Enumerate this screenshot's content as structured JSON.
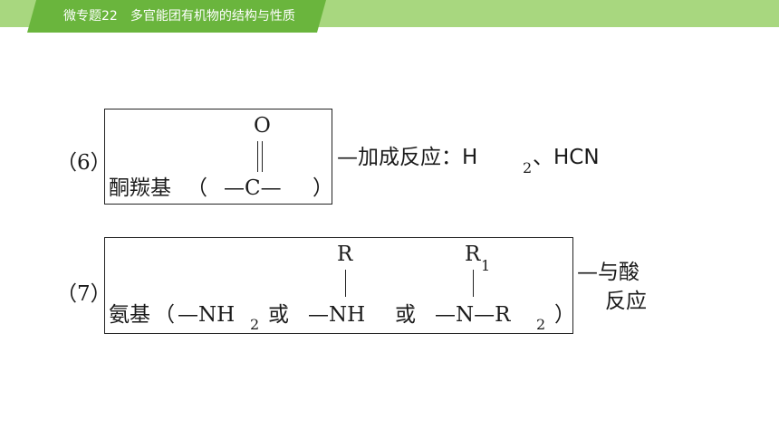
{
  "header": {
    "title": "微专题22　多官能团有机物的结构与性质",
    "colors": {
      "dark": "#6ab53d",
      "light": "#a8d77f"
    }
  },
  "items": [
    {
      "number": "（6）",
      "group_name": "酮羰基",
      "paren_open": "（",
      "oxygen": "O",
      "formula": "—C—",
      "paren_close": "）",
      "reaction": "—加成反应：H",
      "sub2": "2",
      "reagent_rest": "、HCN"
    },
    {
      "number": "（7）",
      "group_name": "氨基",
      "paren_open": "（",
      "nh2": "—NH",
      "nh2_sub": "2",
      "or1": "或",
      "r_label": "R",
      "nh": "—NH",
      "or2": "或",
      "r1_label": "R",
      "r1_sub": "1",
      "n_formula": "—N—R",
      "r2_sub": "2",
      "paren_close": "）",
      "reaction_line1": "—与酸",
      "reaction_line2": "反应"
    }
  ]
}
